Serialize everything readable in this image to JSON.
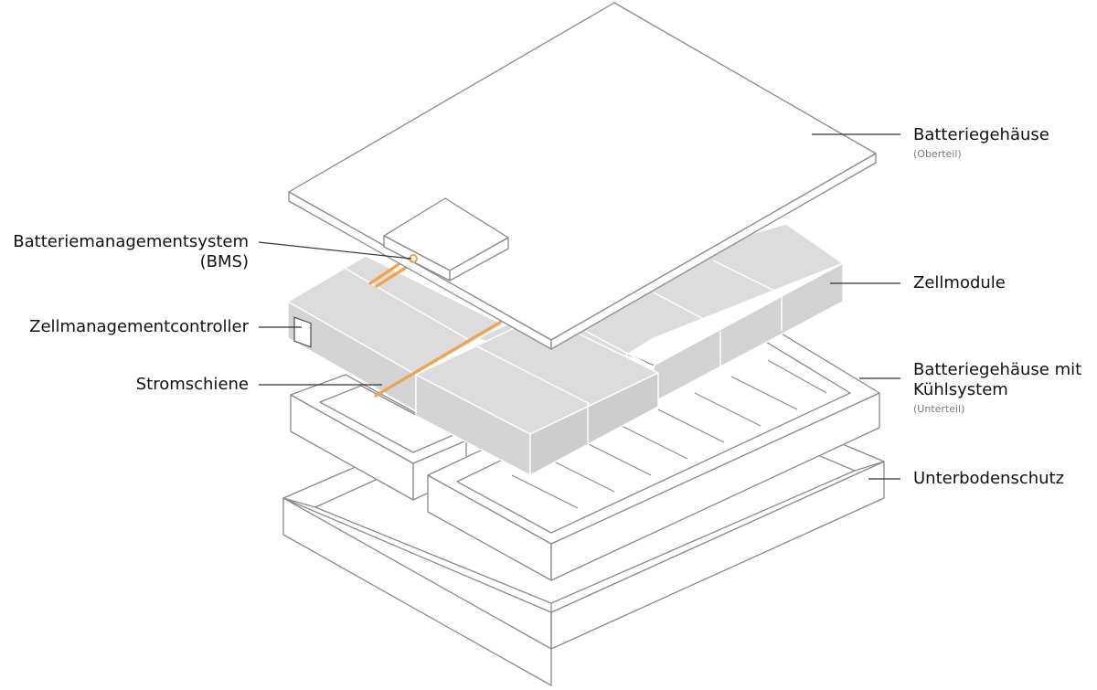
{
  "labels": {
    "bms_line1": "Batteriemanagementsystem",
    "bms_line2": "(BMS)",
    "cell_controller": "Zellmanagementcontroller",
    "busbar": "Stromschiene",
    "housing_top": "Batteriegehäuse",
    "housing_top_sub": "(Oberteil)",
    "cell_modules": "Zellmodule",
    "housing_bottom_line1": "Batteriegehäuse mit",
    "housing_bottom_line2": "Kühlsystem",
    "housing_bottom_sub": "(Unterteil)",
    "underbody": "Unterbodenschutz"
  },
  "colors": {
    "outline": "#8a8a8a",
    "module_fill": "#dcdcdc",
    "module_edge": "#ffffff",
    "busbar": "#f2a34a",
    "leader": "#333333"
  }
}
